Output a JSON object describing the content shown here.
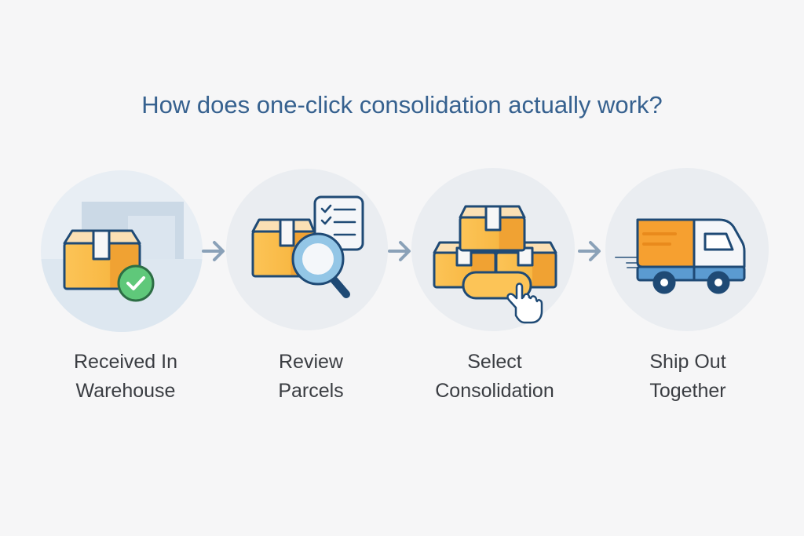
{
  "title": "How does one-click consolidation actually work?",
  "steps": [
    {
      "line1": "Received In",
      "line2": "Warehouse",
      "icon": "box-check-icon"
    },
    {
      "line1": "Review",
      "line2": "Parcels",
      "icon": "box-magnifier-checklist-icon"
    },
    {
      "line1": "Select",
      "line2": "Consolidation",
      "icon": "stacked-boxes-click-icon"
    },
    {
      "line1": "Ship Out",
      "line2": "Together",
      "icon": "delivery-truck-icon"
    }
  ],
  "colors": {
    "title": "#36618f",
    "box": "#f8bd4a",
    "outline": "#1f4a75",
    "arrow": "#8aa1b8",
    "circle": "#e9edf2"
  }
}
